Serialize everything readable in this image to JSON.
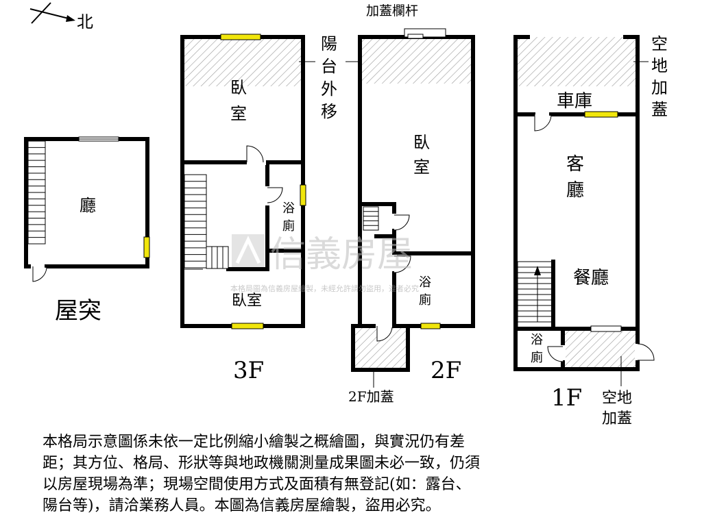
{
  "compass": {
    "north": "北"
  },
  "floors": {
    "roof": {
      "label": "屋突",
      "rooms": {
        "hall": "廳"
      }
    },
    "f3": {
      "label": "3F",
      "rooms": {
        "bedroom_top": "臥室",
        "bath": "浴廁",
        "bedroom_bottom": "臥室"
      },
      "annotation": "陽台外移"
    },
    "f2": {
      "label": "2F",
      "rooms": {
        "bedroom": "臥室",
        "bath": "浴廁"
      },
      "top_annotation": "加蓋欄杆",
      "bottom_annotation": "2F加蓋"
    },
    "f1": {
      "label": "1F",
      "rooms": {
        "garage": "車庫",
        "living": "客廳",
        "dining": "餐廳",
        "bath": "浴廁"
      },
      "annotation_top": "空地加蓋",
      "annotation_bottom": "空地加蓋"
    }
  },
  "watermark": {
    "brand": "信義房屋",
    "notice": "本格局圖為信義房屋繪製，未經允許請勿盜用，違者必究"
  },
  "disclaimer": [
    "本格局示意圖係未依一定比例縮小繪製之概繪圖，與實況仍有差",
    "距；其方位、格局、形狀等與地政機關測量成果圖未必一致，仍須",
    "以房屋現場為準；現場空間使用方式及面積有無登記(如：露台、",
    "陽台等)，請洽業務人員。本圖為信義房屋繪製，盜用必究。"
  ],
  "colors": {
    "window": "#f1e60c",
    "wall": "#000000",
    "hatch": "#9a9a9a",
    "watermark": "#cfcfcf"
  }
}
